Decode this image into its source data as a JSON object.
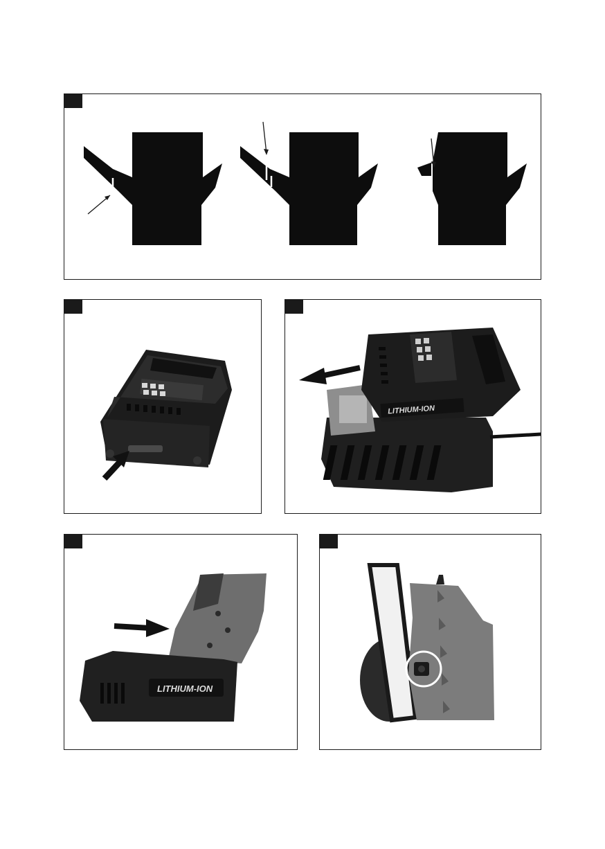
{
  "figures": [
    {
      "id": "fig-1",
      "description_tag": ""
    },
    {
      "id": "fig-2",
      "description_tag": ""
    },
    {
      "id": "fig-3",
      "battery_label": "LITHIUM-ION"
    },
    {
      "id": "fig-4",
      "battery_label": "LITHIUM-ION"
    },
    {
      "id": "fig-5"
    }
  ],
  "colors": {
    "ink": "#1a1a1a",
    "panel_border": "#1a1a1a",
    "photo_dark": "#2b2b2b",
    "photo_mid": "#555555",
    "photo_light": "#8a8a8a"
  }
}
